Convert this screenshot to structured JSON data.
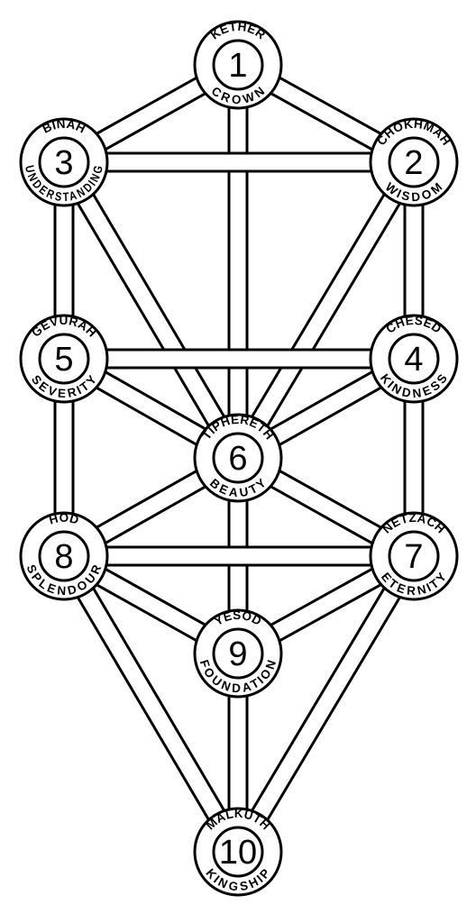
{
  "colors": {
    "stroke": "#000000",
    "fill": "#ffffff"
  },
  "sephiroth": [
    {
      "id": "kether",
      "number": "1",
      "top": "KETHER",
      "bottom": "CROWN"
    },
    {
      "id": "chokhmah",
      "number": "2",
      "top": "CHOKHMAH",
      "bottom": "WISDOM"
    },
    {
      "id": "binah",
      "number": "3",
      "top": "BINAH",
      "bottom": "UNDERSTANDING"
    },
    {
      "id": "chesed",
      "number": "4",
      "top": "CHESED",
      "bottom": "KINDNESS"
    },
    {
      "id": "gevurah",
      "number": "5",
      "top": "GEVURAH",
      "bottom": "SEVERITY"
    },
    {
      "id": "tiphereth",
      "number": "6",
      "top": "TIPHERETH",
      "bottom": "BEAUTY"
    },
    {
      "id": "netzach",
      "number": "7",
      "top": "NETZACH",
      "bottom": "ETERNITY"
    },
    {
      "id": "hod",
      "number": "8",
      "top": "HOD",
      "bottom": "SPLENDOUR"
    },
    {
      "id": "yesod",
      "number": "9",
      "top": "YESOD",
      "bottom": "FOUNDATION"
    },
    {
      "id": "malkuth",
      "number": "10",
      "top": "MALKUTH",
      "bottom": "KINGSHIP"
    }
  ],
  "paths": [
    [
      "kether",
      "chokhmah"
    ],
    [
      "kether",
      "binah"
    ],
    [
      "kether",
      "tiphereth"
    ],
    [
      "chokhmah",
      "binah"
    ],
    [
      "chokhmah",
      "chesed"
    ],
    [
      "chokhmah",
      "tiphereth"
    ],
    [
      "binah",
      "gevurah"
    ],
    [
      "binah",
      "tiphereth"
    ],
    [
      "chesed",
      "gevurah"
    ],
    [
      "chesed",
      "tiphereth"
    ],
    [
      "chesed",
      "netzach"
    ],
    [
      "gevurah",
      "tiphereth"
    ],
    [
      "gevurah",
      "hod"
    ],
    [
      "tiphereth",
      "netzach"
    ],
    [
      "tiphereth",
      "hod"
    ],
    [
      "tiphereth",
      "yesod"
    ],
    [
      "netzach",
      "hod"
    ],
    [
      "netzach",
      "yesod"
    ],
    [
      "netzach",
      "malkuth"
    ],
    [
      "hod",
      "yesod"
    ],
    [
      "hod",
      "malkuth"
    ],
    [
      "yesod",
      "malkuth"
    ]
  ]
}
